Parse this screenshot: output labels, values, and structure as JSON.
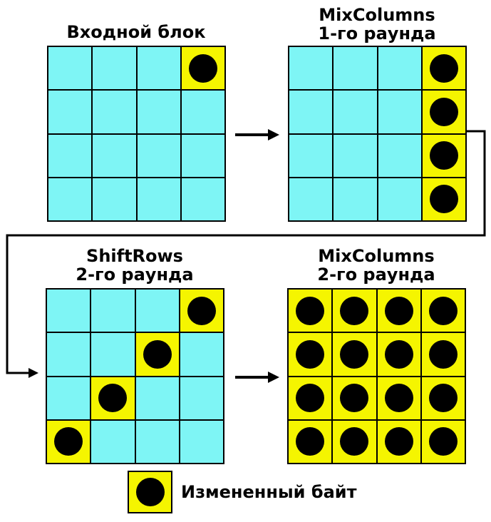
{
  "colors": {
    "cell": "#7ef5f5",
    "changed": "#f5f500",
    "dot": "#000000"
  },
  "diagrams": [
    {
      "title1": "Входной блок",
      "title2": "",
      "marked": [
        [
          0,
          0,
          0,
          1
        ],
        [
          0,
          0,
          0,
          0
        ],
        [
          0,
          0,
          0,
          0
        ],
        [
          0,
          0,
          0,
          0
        ]
      ]
    },
    {
      "title1": "MixColumns",
      "title2": "1-го раунда",
      "marked": [
        [
          0,
          0,
          0,
          1
        ],
        [
          0,
          0,
          0,
          1
        ],
        [
          0,
          0,
          0,
          1
        ],
        [
          0,
          0,
          0,
          1
        ]
      ]
    },
    {
      "title1": "ShiftRows",
      "title2": "2-го раунда",
      "marked": [
        [
          0,
          0,
          0,
          1
        ],
        [
          0,
          0,
          1,
          0
        ],
        [
          0,
          1,
          0,
          0
        ],
        [
          1,
          0,
          0,
          0
        ]
      ]
    },
    {
      "title1": "MixColumns",
      "title2": "2-го раунда",
      "marked": [
        [
          1,
          1,
          1,
          1
        ],
        [
          1,
          1,
          1,
          1
        ],
        [
          1,
          1,
          1,
          1
        ],
        [
          1,
          1,
          1,
          1
        ]
      ]
    }
  ],
  "legend": {
    "label": "Измененный байт",
    "icon": "changed-byte-icon"
  }
}
